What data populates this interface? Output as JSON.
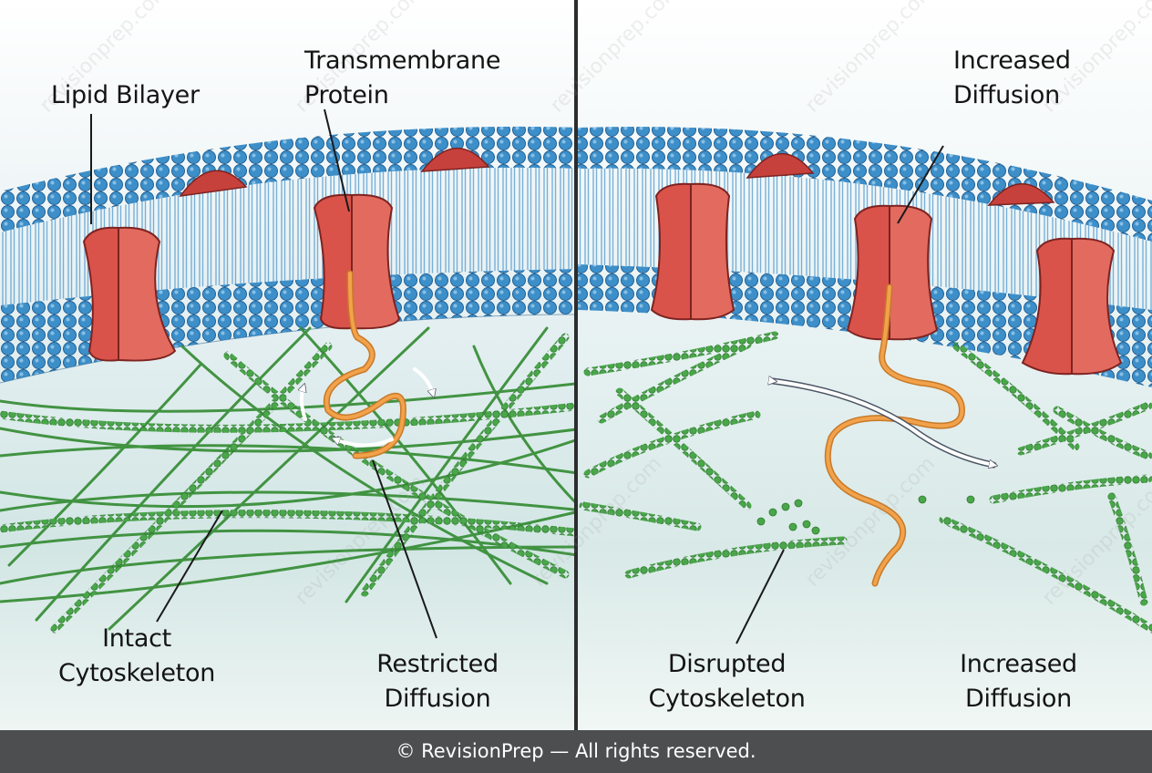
{
  "labels": {
    "lipid_bilayer": "Lipid Bilayer",
    "transmembrane_protein": [
      "Transmembrane",
      "Protein"
    ],
    "intact_cytoskeleton": [
      "Intact",
      "Cytoskeleton"
    ],
    "restricted_diffusion": [
      "Restricted",
      "Diffusion"
    ],
    "increased_diffusion_top": [
      "Increased",
      "Diffusion"
    ],
    "disrupted_cytoskeleton": [
      "Disrupted",
      "Cytoskeleton"
    ],
    "increased_diffusion_bottom": [
      "Increased",
      "Diffusion"
    ]
  },
  "footer": "© RevisionPrep — All rights reserved.",
  "watermark": "revisionprep.com",
  "colors": {
    "membrane_head": "#3d8fc9",
    "protein": "#d9534a",
    "cytoskeleton": "#3f9a3f",
    "tether": "#f2a24a",
    "cytoplasm": "#dbe9ea",
    "footer": "#4d4e50"
  }
}
